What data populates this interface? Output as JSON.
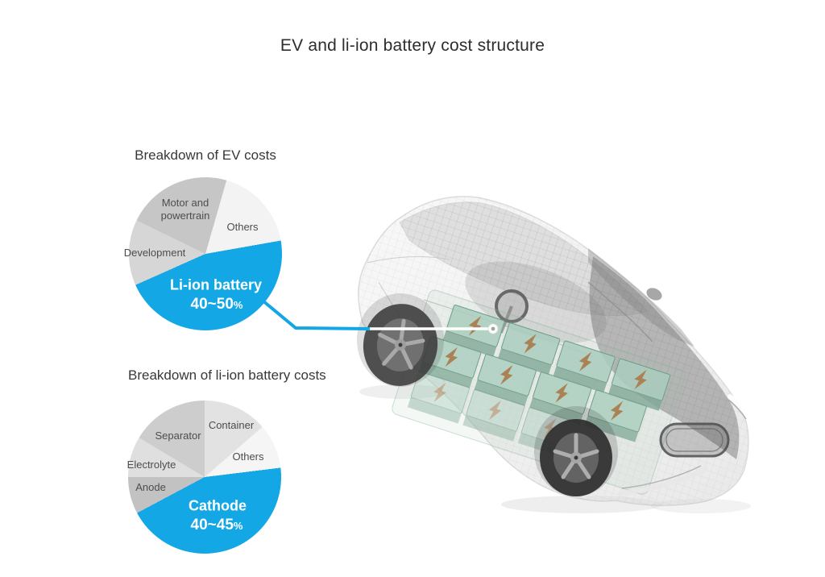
{
  "page": {
    "title": "EV and li-ion battery cost structure"
  },
  "colors": {
    "accent_blue": "#13a7e6",
    "highlight_text": "#ffffff",
    "label_text": "#4d4d4d",
    "heading_text": "#383838",
    "background": "#ffffff",
    "battery_module_green": "#a9cdbd",
    "battery_bolt_tan": "#aa8255"
  },
  "illustration": {
    "description": "Semi-transparent wireframe electric SUV with li-ion battery modules marked by lightning bolts in the floor",
    "callout": "Connector line from the Li-ion battery pie slice to the battery pack inside the car"
  },
  "chart_data": [
    {
      "type": "pie",
      "title": "Breakdown of EV costs",
      "from_deg": 16,
      "legend_position": "labels-on-slices",
      "slices": [
        {
          "label": "Others",
          "pct": 18,
          "sweep_deg": 64,
          "color": "#f3f3f3"
        },
        {
          "label": "Li-ion battery",
          "pct": 46,
          "sweep_deg": 166,
          "color": "#13a7e6",
          "value": "40~50",
          "unit": "%",
          "value_label": "40~50%",
          "highlighted": true
        },
        {
          "label": "Development",
          "pct": 14,
          "sweep_deg": 50,
          "color": "#d6d6d6"
        },
        {
          "label": "Motor and powertrain",
          "pct": 22,
          "sweep_deg": 80,
          "color": "#c6c6c6"
        }
      ]
    },
    {
      "type": "pie",
      "title": "Breakdown of li-ion battery costs",
      "from_deg": 0,
      "legend_position": "labels-on-slices",
      "slices": [
        {
          "label": "Container",
          "pct": 14,
          "sweep_deg": 49,
          "color": "#e2e2e2"
        },
        {
          "label": "Others",
          "pct": 9,
          "sweep_deg": 34,
          "color": "#f5f5f5"
        },
        {
          "label": "Cathode",
          "pct": 44,
          "sweep_deg": 159,
          "color": "#13a7e6",
          "value": "40~45",
          "unit": "%",
          "value_label": "40~45%",
          "highlighted": true
        },
        {
          "label": "Anode",
          "pct": 8,
          "sweep_deg": 28,
          "color": "#c2c2c2"
        },
        {
          "label": "Electrolyte",
          "pct": 9,
          "sweep_deg": 31,
          "color": "#dfdfdf"
        },
        {
          "label": "Separator",
          "pct": 16,
          "sweep_deg": 59,
          "color": "#cdcdcd"
        }
      ]
    }
  ]
}
